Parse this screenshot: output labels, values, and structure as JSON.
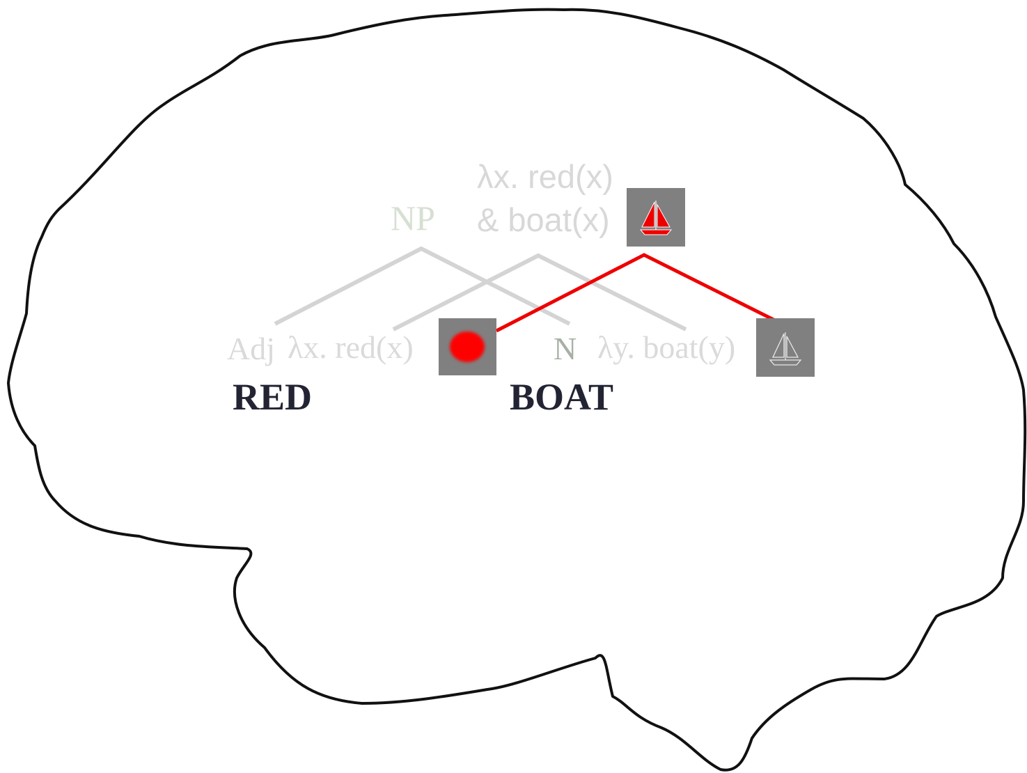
{
  "tree": {
    "np": {
      "label": "NP",
      "semantics_line1": "λx. red(x)",
      "semantics_line2": "& boat(x)"
    },
    "adj": {
      "label": "Adj",
      "semantics": "λx. red(x)"
    },
    "n": {
      "label": "N",
      "semantics": "λy. boat(y)"
    }
  },
  "words": {
    "first": "RED",
    "second": "BOAT"
  },
  "icons": {
    "np_referent": "red-sailboat-icon",
    "adj_referent": "red-blob-icon",
    "n_referent": "sailboat-outline-icon"
  },
  "colors": {
    "brain_outline": "#111111",
    "tree_lines": "#d4d4d4",
    "highlight": "#ee0000",
    "tile_bg": "#808080",
    "word_text": "#232433"
  }
}
